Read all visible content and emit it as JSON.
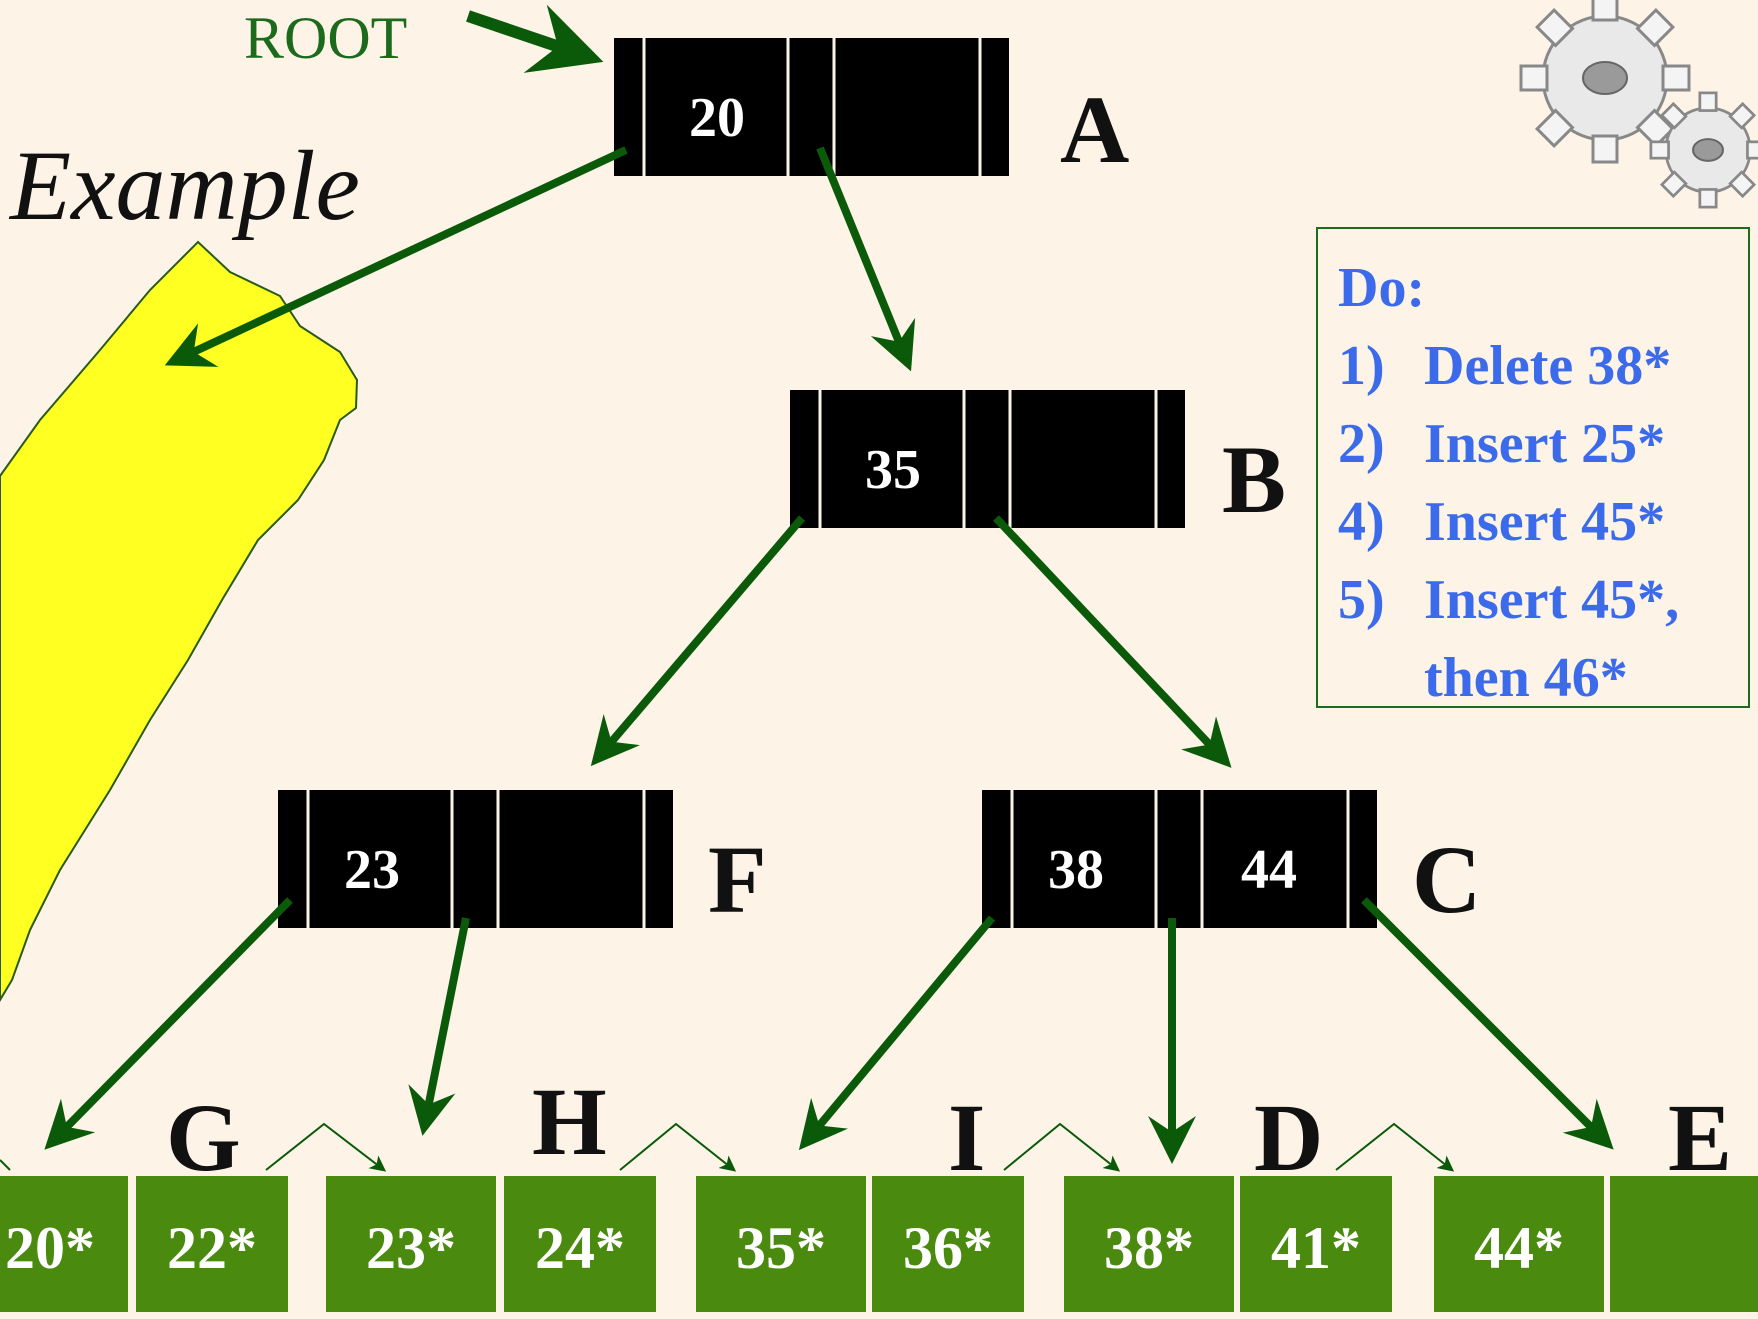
{
  "heading": "Example",
  "root_label": "ROOT",
  "colors": {
    "background": "#fdf3e7",
    "node_fill": "#000000",
    "arrow": "#0a5a0a",
    "leaf_fill": "#4a8a0f",
    "highlight": "#ffff22",
    "todo_text": "#3b6bea"
  },
  "nodes": {
    "A": {
      "label": "A",
      "keys": [
        "20",
        ""
      ]
    },
    "B": {
      "label": "B",
      "keys": [
        "35",
        ""
      ]
    },
    "F": {
      "label": "F",
      "keys": [
        "23",
        ""
      ]
    },
    "C": {
      "label": "C",
      "keys": [
        "38",
        "44"
      ]
    }
  },
  "leaf_labels": [
    "G",
    "H",
    "I",
    "D",
    "E"
  ],
  "leaves": [
    {
      "name": "G",
      "entries": [
        "20*",
        "22*"
      ]
    },
    {
      "name": "H",
      "entries": [
        "23*",
        "24*"
      ]
    },
    {
      "name": "I",
      "entries": [
        "35*",
        "36*"
      ]
    },
    {
      "name": "D",
      "entries": [
        "38*",
        "41*"
      ]
    },
    {
      "name": "E",
      "entries": [
        "44*",
        ""
      ]
    }
  ],
  "todo": {
    "title": "Do:",
    "items": [
      {
        "num": "1)",
        "text": "Delete 38*"
      },
      {
        "num": "2)",
        "text": "Insert 25*"
      },
      {
        "num": "4)",
        "text": "Insert 45*"
      },
      {
        "num": "5)",
        "text": "Insert 45*,"
      },
      {
        "num": "",
        "text": "then 46*"
      }
    ]
  },
  "icons": [
    "gear-icon",
    "gear-icon"
  ]
}
